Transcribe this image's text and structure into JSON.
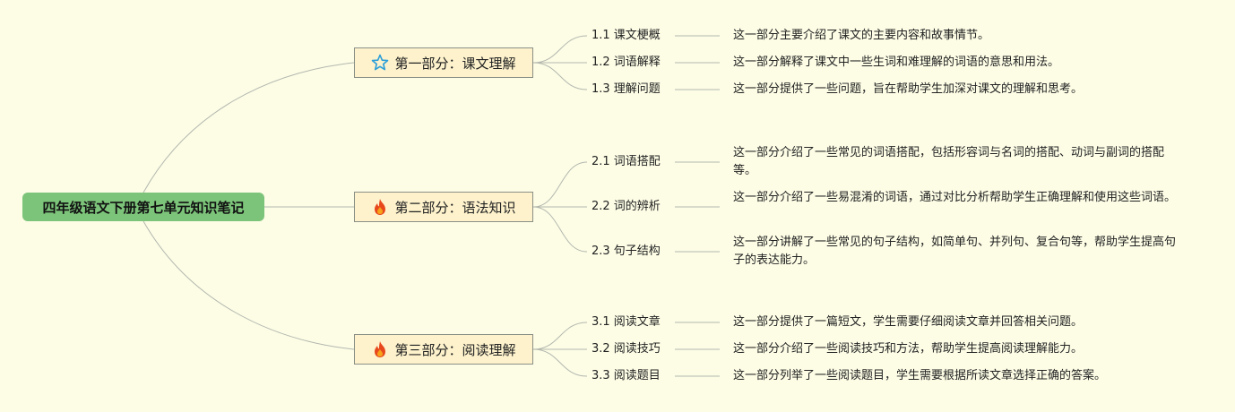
{
  "root": {
    "title": "四年级语文下册第七单元知识笔记"
  },
  "sections": [
    {
      "title": "第一部分：课文理解",
      "icon": "star-icon",
      "children": [
        {
          "label": "1.1 课文梗概",
          "desc": "这一部分主要介绍了课文的主要内容和故事情节。"
        },
        {
          "label": "1.2 词语解释",
          "desc": "这一部分解释了课文中一些生词和难理解的词语的意思和用法。"
        },
        {
          "label": "1.3 理解问题",
          "desc": "这一部分提供了一些问题，旨在帮助学生加深对课文的理解和思考。"
        }
      ]
    },
    {
      "title": "第二部分：语法知识",
      "icon": "fire-icon",
      "children": [
        {
          "label": "2.1 词语搭配",
          "desc": "这一部分介绍了一些常见的词语搭配，包括形容词与名词的搭配、动词与副词的搭配等。"
        },
        {
          "label": "2.2 词的辨析",
          "desc": "这一部分介绍了一些易混淆的词语，通过对比分析帮助学生正确理解和使用这些词语。"
        },
        {
          "label": "2.3 句子结构",
          "desc": "这一部分讲解了一些常见的句子结构，如简单句、并列句、复合句等，帮助学生提高句子的表达能力。"
        }
      ]
    },
    {
      "title": "第三部分：阅读理解",
      "icon": "fire-icon",
      "children": [
        {
          "label": "3.1 阅读文章",
          "desc": "这一部分提供了一篇短文，学生需要仔细阅读文章并回答相关问题。"
        },
        {
          "label": "3.2 阅读技巧",
          "desc": "这一部分介绍了一些阅读技巧和方法，帮助学生提高阅读理解能力。"
        },
        {
          "label": "3.3 阅读题目",
          "desc": "这一部分列举了一些阅读题目，学生需要根据所读文章选择正确的答案。"
        }
      ]
    }
  ],
  "colors": {
    "background": "#fdfde6",
    "root_fill": "#7cc47a",
    "section_fill": "#fdf2cc",
    "section_border": "#8a8f86",
    "connector": "#b3b7ad",
    "star": "#2b9ed8",
    "fire_outer": "#e8471c",
    "fire_inner": "#f6a21a"
  }
}
